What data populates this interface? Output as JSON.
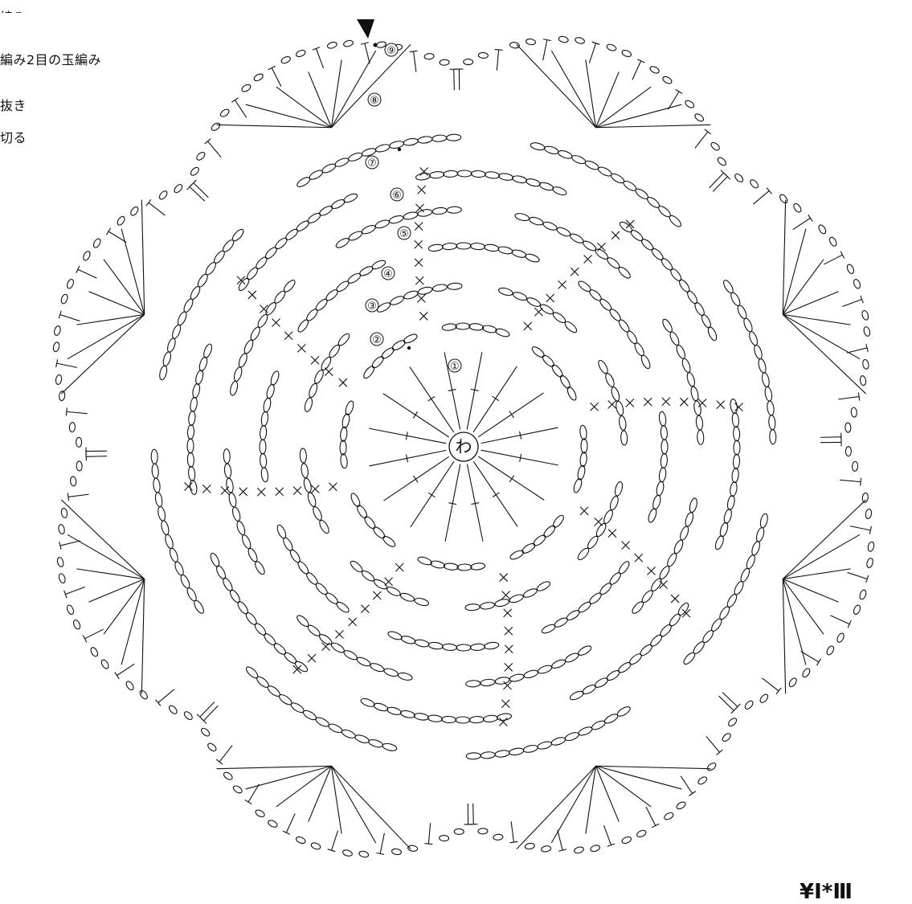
{
  "legend": {
    "line1": "編み2目の玉編み",
    "line2": "抜き",
    "line3": "切る"
  },
  "diagram": {
    "center_symbol": "わ",
    "round_labels": [
      "①",
      "②",
      "③",
      "④",
      "⑤",
      "⑥",
      "⑦",
      "⑧",
      "⑨"
    ],
    "petal_count": 8,
    "start_marker": "triangle-pointer",
    "line_color": "#111111"
  },
  "corner_text": "¥I*Ⅲ"
}
